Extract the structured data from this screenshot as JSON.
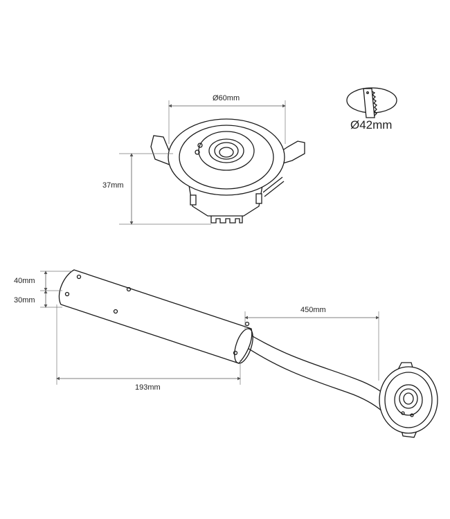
{
  "dimensions": {
    "outer_diameter": "Ø60mm",
    "height": "37mm",
    "cutout": "Ø42mm",
    "driver_height_a": "40mm",
    "driver_height_b": "30mm",
    "driver_length": "193mm",
    "cable_length": "450mm"
  },
  "colors": {
    "line": "#1a1a1a",
    "dimension": "#555555",
    "text": "#222222"
  },
  "icons": {
    "cutout": "saw-cutout-icon"
  }
}
